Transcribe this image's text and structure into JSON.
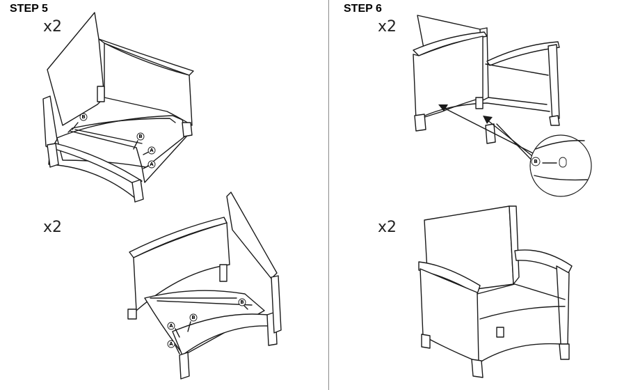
{
  "steps": [
    {
      "label": "STEP 5",
      "qty_top": "x2",
      "qty_bottom": "x2"
    },
    {
      "label": "STEP 6",
      "qty_top": "x2",
      "qty_bottom": "x2"
    }
  ],
  "callouts": {
    "a": "A",
    "b": "B"
  },
  "icons": [
    "screw-icon",
    "arrow-icon",
    "magnifier-detail-icon"
  ]
}
